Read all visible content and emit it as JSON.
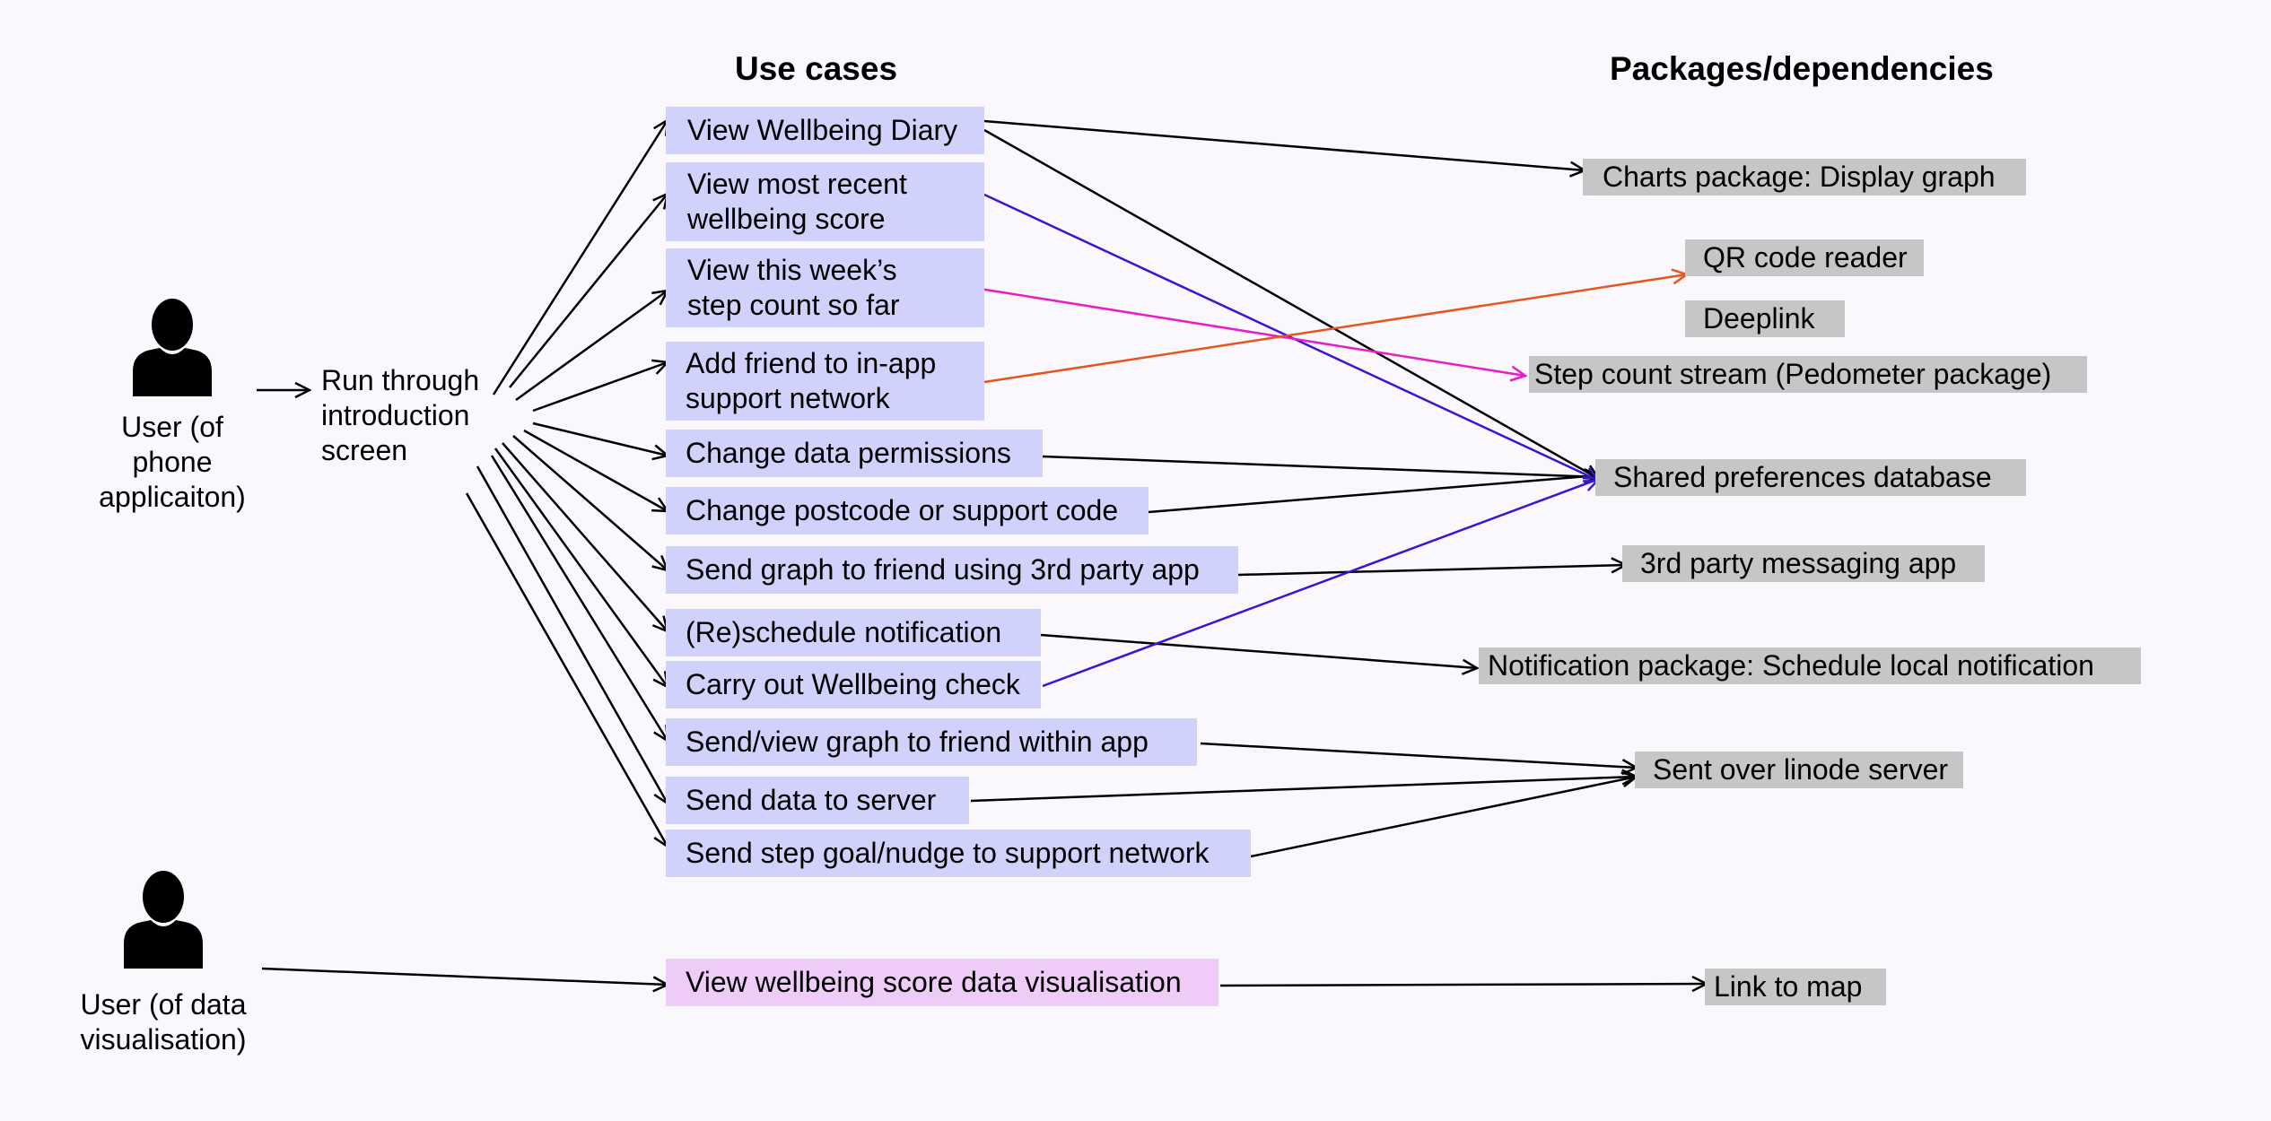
{
  "headings": {
    "use_cases": "Use cases",
    "packages": "Packages/dependencies"
  },
  "actors": {
    "phone_user": "User (of\nphone\napplicaiton)",
    "vis_user": "User (of data\nvisualisation)",
    "intro": "Run through\nintroduction\nscreen"
  },
  "use_cases": [
    "View Wellbeing Diary",
    "View most recent\nwellbeing score",
    "View this week’s\nstep count so far",
    "Add friend to in-app\nsupport network",
    "Change data permissions",
    "Change postcode or support code",
    "Send graph to friend using 3rd party app",
    "(Re)schedule notification",
    "Carry out Wellbeing check",
    "Send/view graph to friend within app",
    "Send data to server",
    "Send step goal/nudge to support network",
    "View wellbeing score data visualisation"
  ],
  "packages": [
    "Charts package: Display graph",
    "QR code reader",
    "Deeplink",
    "Step count stream (Pedometer package)",
    "Shared preferences database",
    "3rd party messaging app",
    "Notification package: Schedule local notification",
    "Sent over linode server",
    "Link to map"
  ],
  "colors": {
    "black_link": "#000000",
    "blue_link": "#3a14d6",
    "magenta_link": "#e81cc8",
    "orange_link": "#e8541c",
    "use_case_fill": "#d0d2fb",
    "vis_use_case_fill": "#efccf8",
    "package_fill": "#c6c6c6"
  }
}
